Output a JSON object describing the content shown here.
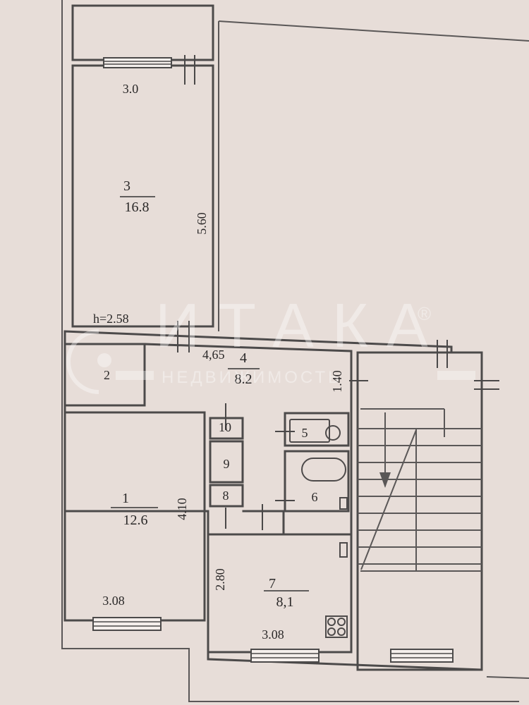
{
  "watermark": {
    "brand": "ИТАКА",
    "registered": "®",
    "subtitle": "НЕДВИЖИМОСТЬ"
  },
  "ceiling_height": "h=2.58",
  "rooms": [
    {
      "number": "3",
      "area": "16.8"
    },
    {
      "number": "2",
      "area": ""
    },
    {
      "number": "4",
      "area": "8.2"
    },
    {
      "number": "1",
      "area": "12.6"
    },
    {
      "number": "10",
      "area": ""
    },
    {
      "number": "9",
      "area": ""
    },
    {
      "number": "8",
      "area": ""
    },
    {
      "number": "5",
      "area": ""
    },
    {
      "number": "6",
      "area": ""
    },
    {
      "number": "7",
      "area": "8,1"
    }
  ],
  "dimensions": {
    "room3_width": "3.0",
    "room3_length": "5.60",
    "corridor_length": "4,65",
    "corridor_width": "1.40",
    "room1_length": "4.10",
    "room1_width": "3.08",
    "kitchen_length": "2.80",
    "kitchen_width": "3.08"
  }
}
